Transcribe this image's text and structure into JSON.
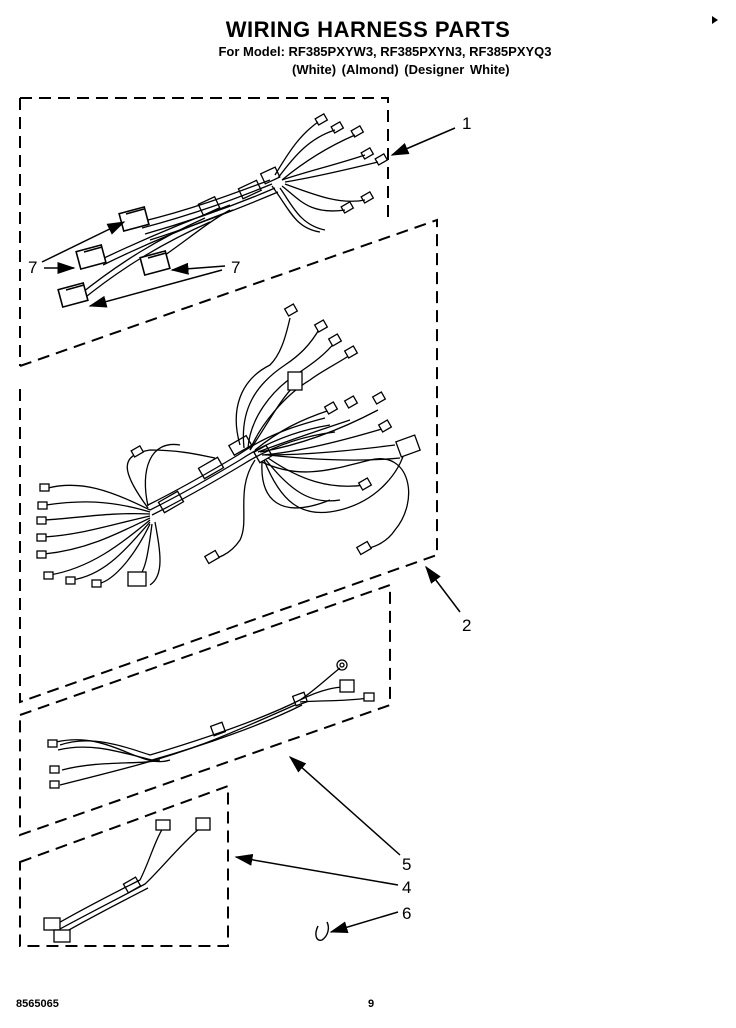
{
  "header": {
    "title": "WIRING HARNESS PARTS",
    "model_line": "For Model: RF385PXYW3, RF385PXYN3, RF385PXYQ3",
    "color_line": "(White)    (Almond) (Designer White)"
  },
  "callouts": {
    "c1": "1",
    "c2": "2",
    "c4": "4",
    "c5": "5",
    "c6": "6",
    "c7a": "7",
    "c7b": "7"
  },
  "footer": {
    "code": "8565065",
    "page": "9"
  }
}
